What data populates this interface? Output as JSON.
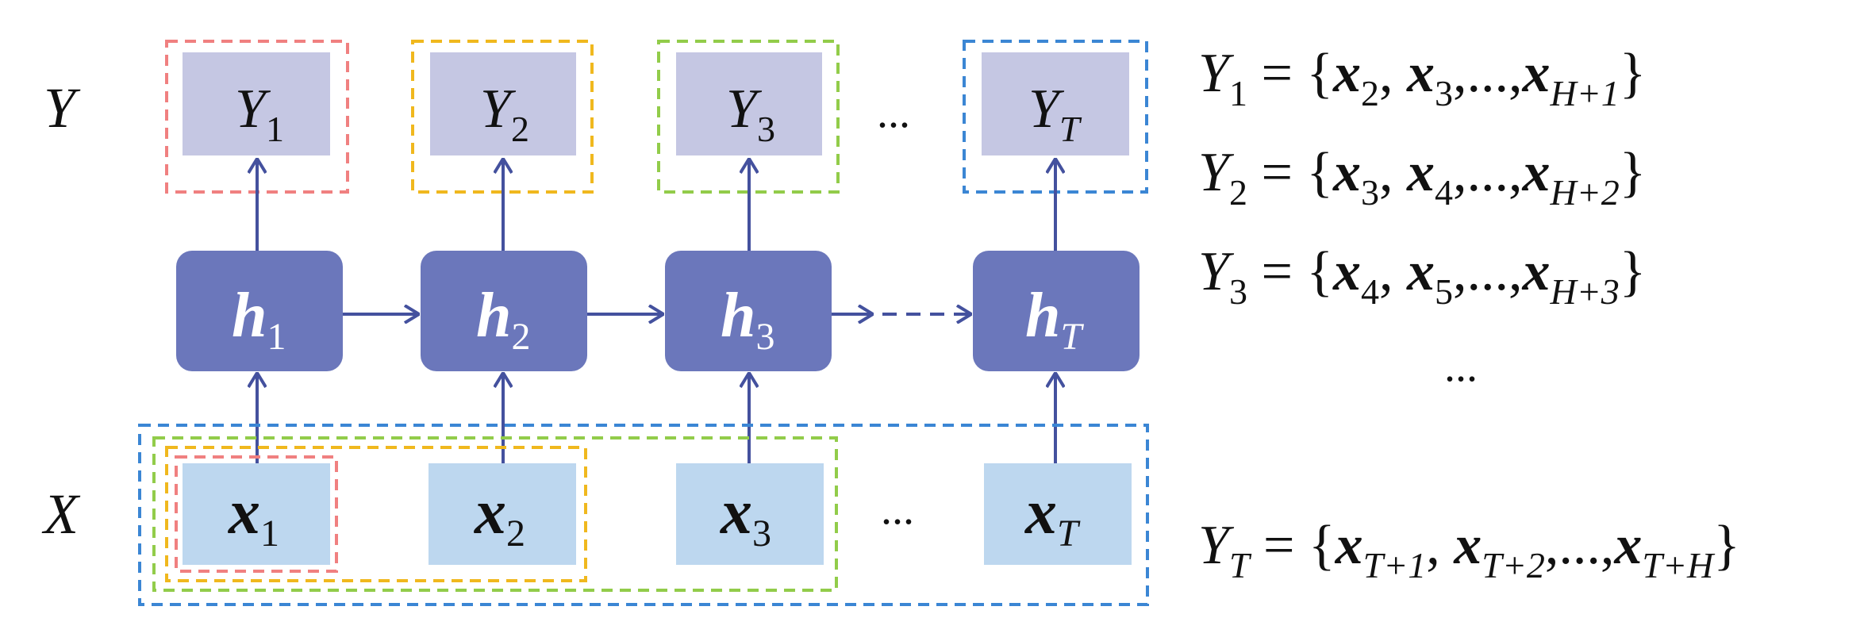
{
  "row_labels": {
    "y": "Y",
    "x": "X"
  },
  "y_boxes": [
    {
      "base": "Y",
      "sub": "1",
      "border_color": "#f08080"
    },
    {
      "base": "Y",
      "sub": "2",
      "border_color": "#f0b81e"
    },
    {
      "base": "Y",
      "sub": "3",
      "border_color": "#92cc4a"
    },
    {
      "base": "Y",
      "sub": "T",
      "border_color": "#3b86d4"
    }
  ],
  "hidden_states": [
    {
      "base": "h",
      "sub": "1"
    },
    {
      "base": "h",
      "sub": "2"
    },
    {
      "base": "h",
      "sub": "3"
    },
    {
      "base": "h",
      "sub": "T"
    }
  ],
  "x_inputs": [
    {
      "base": "x",
      "sub": "1"
    },
    {
      "base": "x",
      "sub": "2"
    },
    {
      "base": "x",
      "sub": "3"
    },
    {
      "base": "x",
      "sub": "T"
    }
  ],
  "ellipsis": "...",
  "equations": [
    {
      "lhs_sub": "1",
      "terms": [
        {
          "sub": "2"
        },
        {
          "sub": "3"
        }
      ],
      "last_sub": "H+1"
    },
    {
      "lhs_sub": "2",
      "terms": [
        {
          "sub": "3"
        },
        {
          "sub": "4"
        }
      ],
      "last_sub": "H+2"
    },
    {
      "lhs_sub": "3",
      "terms": [
        {
          "sub": "4"
        },
        {
          "sub": "5"
        }
      ],
      "last_sub": "H+3"
    },
    {
      "lhs_sub": "T",
      "terms": [
        {
          "sub": "T+1"
        },
        {
          "sub": "T+2"
        }
      ],
      "last_sub": "T+H"
    }
  ],
  "equation_symbols": {
    "lhs": "Y",
    "equals": "=",
    "open": "{",
    "close": "}",
    "var": "x",
    "sep": ", ",
    "tail_sep": ",...,"
  },
  "colors": {
    "y_fill": "#c5c7e3",
    "h_fill": "#6b77bb",
    "x_fill": "#bdd7ef",
    "arrow": "#44519e",
    "window_1": "#f08080",
    "window_2": "#f0b81e",
    "window_3": "#92cc4a",
    "window_T": "#3b86d4"
  }
}
